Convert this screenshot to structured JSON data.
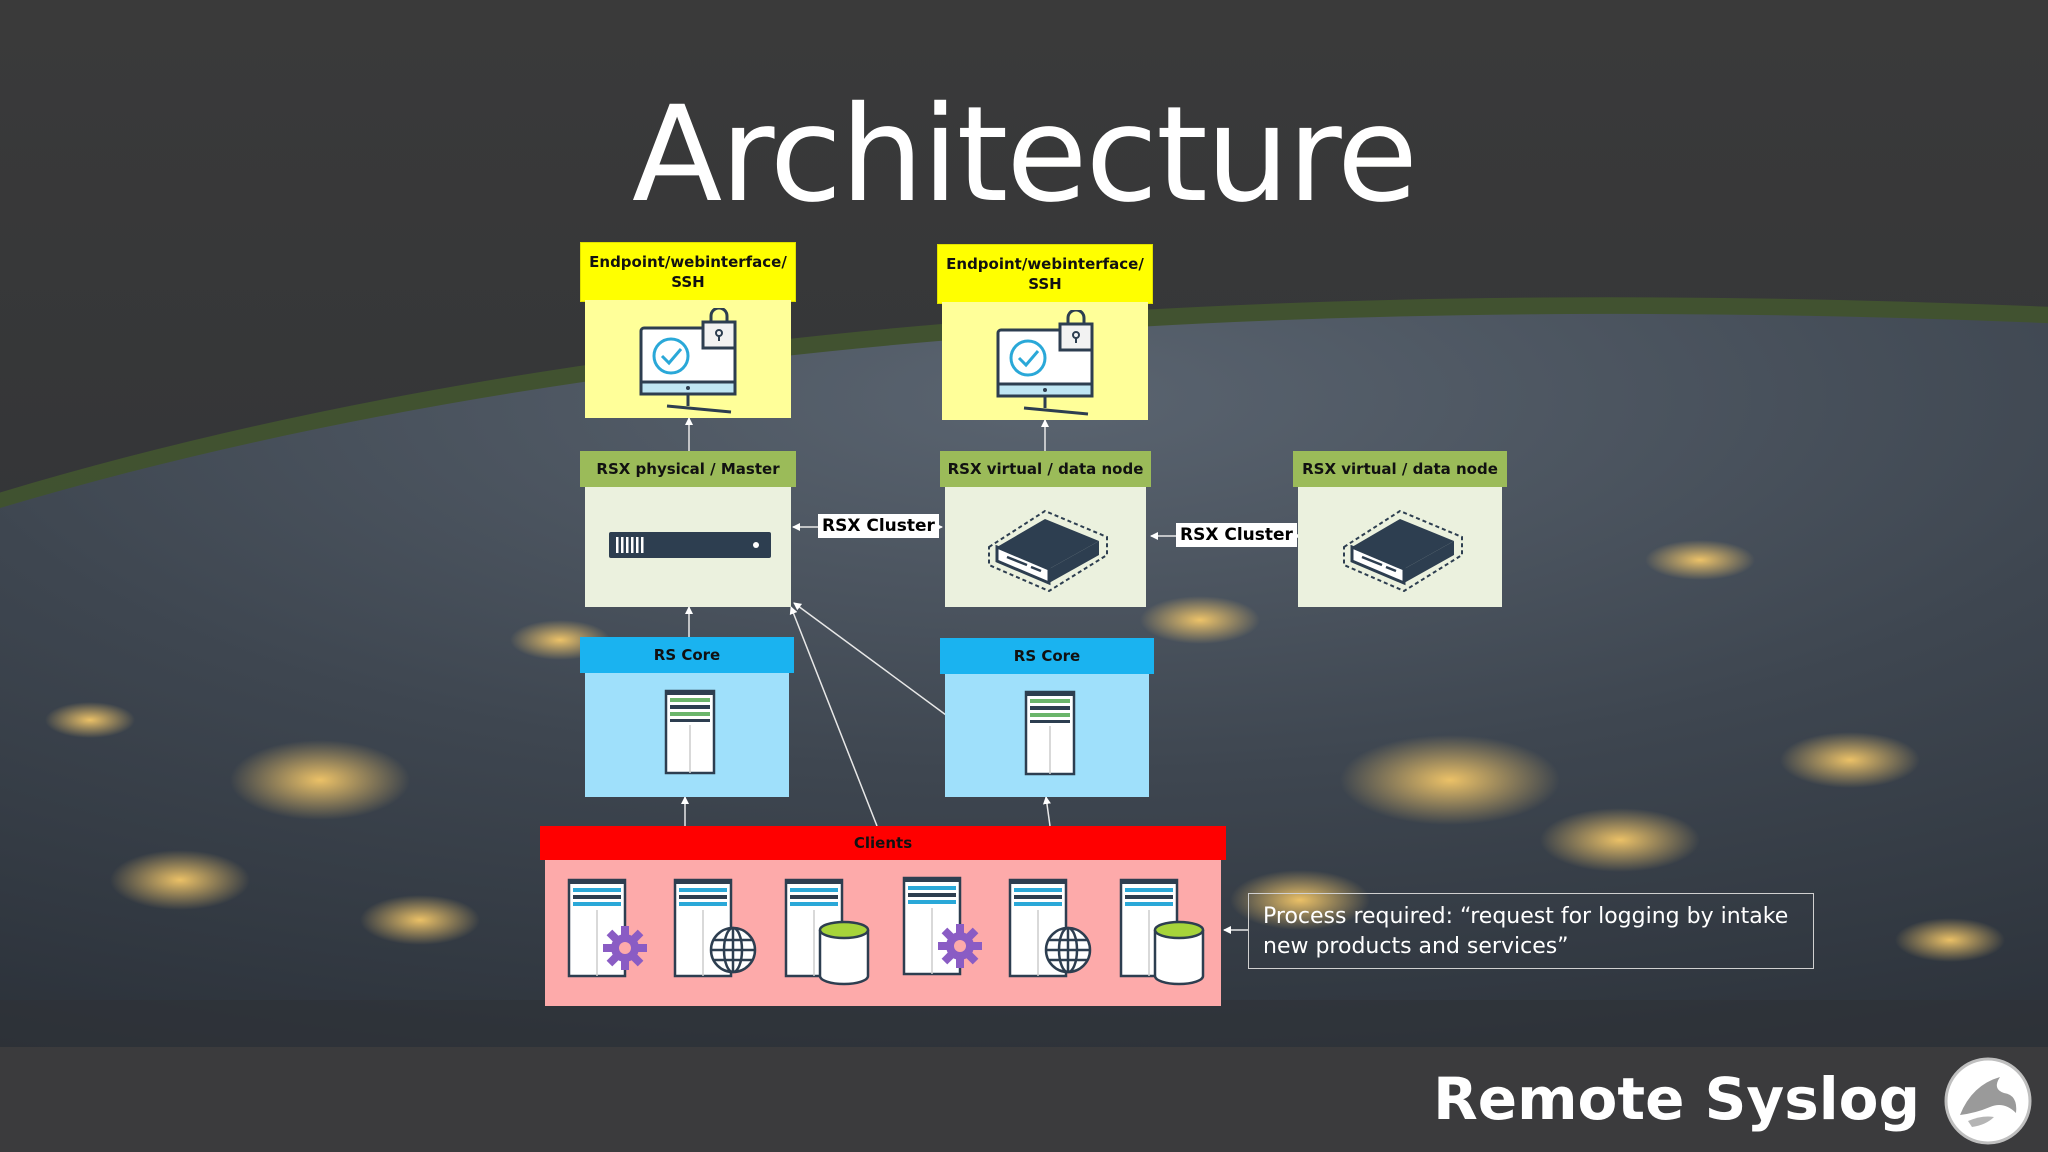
{
  "slide": {
    "title": "Architecture",
    "brand": "Remote Syslog"
  },
  "nodes": {
    "endpoint_1": "Endpoint/webinterface/ SSH",
    "endpoint_2": "Endpoint/webinterface/ SSH",
    "rsx_master": "RSX physical / Master",
    "rsx_data_1": "RSX virtual / data node",
    "rsx_data_2": "RSX virtual / data node",
    "rs_core_1": "RS Core",
    "rs_core_2": "RS Core",
    "clients": "Clients"
  },
  "links": {
    "cluster_1": "RSX Cluster",
    "cluster_2": "RSX Cluster"
  },
  "note": "Process required: “request for logging by intake new products and services”",
  "icons": {
    "endpoint": "monitor-lock-icon",
    "master": "rack-server-icon",
    "data_node": "appliance-icon",
    "core": "tower-server-icon",
    "clients": [
      "server-gear-icon",
      "server-globe-icon",
      "server-database-icon",
      "server-gear-icon",
      "server-globe-icon",
      "server-database-icon"
    ]
  },
  "colors": {
    "endpoint_header": "#ffff00",
    "endpoint_body": "#ffff99",
    "rsx_header": "#9bbb59",
    "rsx_body": "#ebf1de",
    "core_header": "#1ab3f0",
    "core_body": "#9fe0fb",
    "clients_header": "#ff0000",
    "clients_body": "#fdaaaa"
  }
}
